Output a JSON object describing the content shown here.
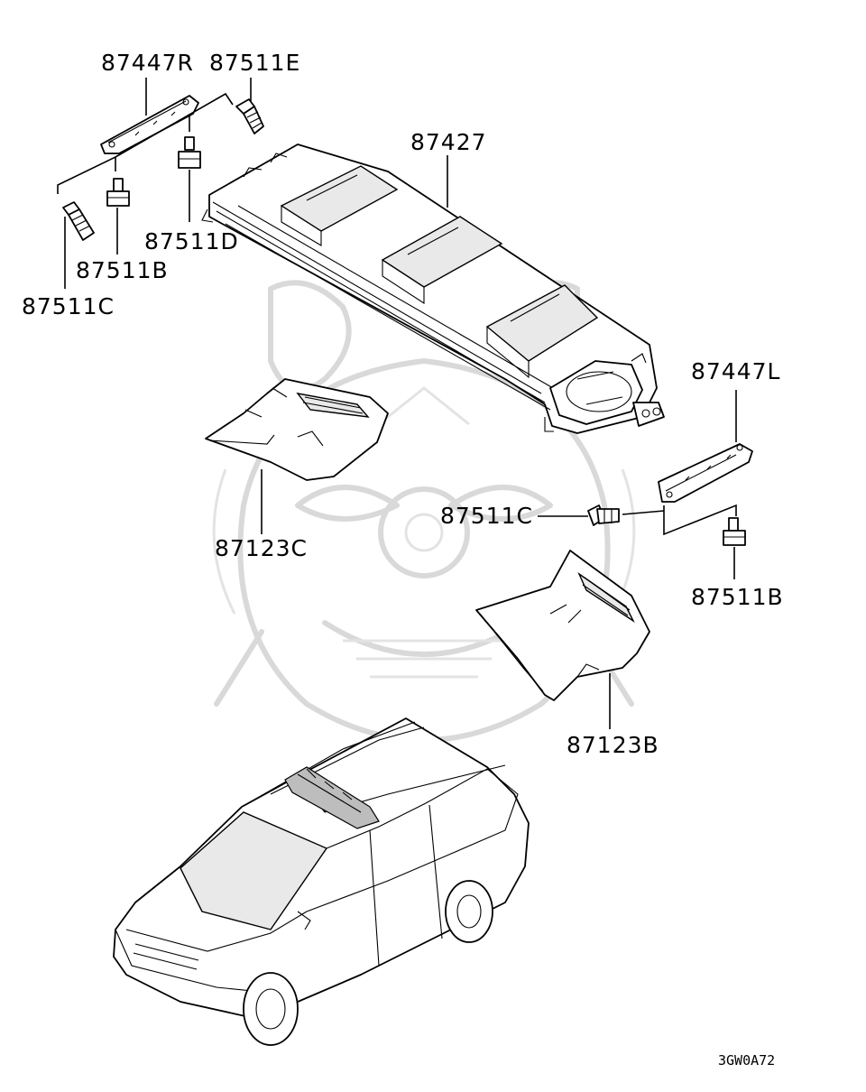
{
  "diagram": {
    "callouts": [
      {
        "id": "c1",
        "text": "87447R"
      },
      {
        "id": "c2",
        "text": "87511E"
      },
      {
        "id": "c3",
        "text": "87427"
      },
      {
        "id": "c4",
        "text": "87511D"
      },
      {
        "id": "c5",
        "text": "87511B"
      },
      {
        "id": "c6",
        "text": "87511C"
      },
      {
        "id": "c7",
        "text": "87447L"
      },
      {
        "id": "c8",
        "text": "87123C"
      },
      {
        "id": "c9",
        "text": "87511C"
      },
      {
        "id": "c10",
        "text": "87511B"
      },
      {
        "id": "c11",
        "text": "87123B"
      }
    ],
    "figure_code": "3GW0A72"
  }
}
